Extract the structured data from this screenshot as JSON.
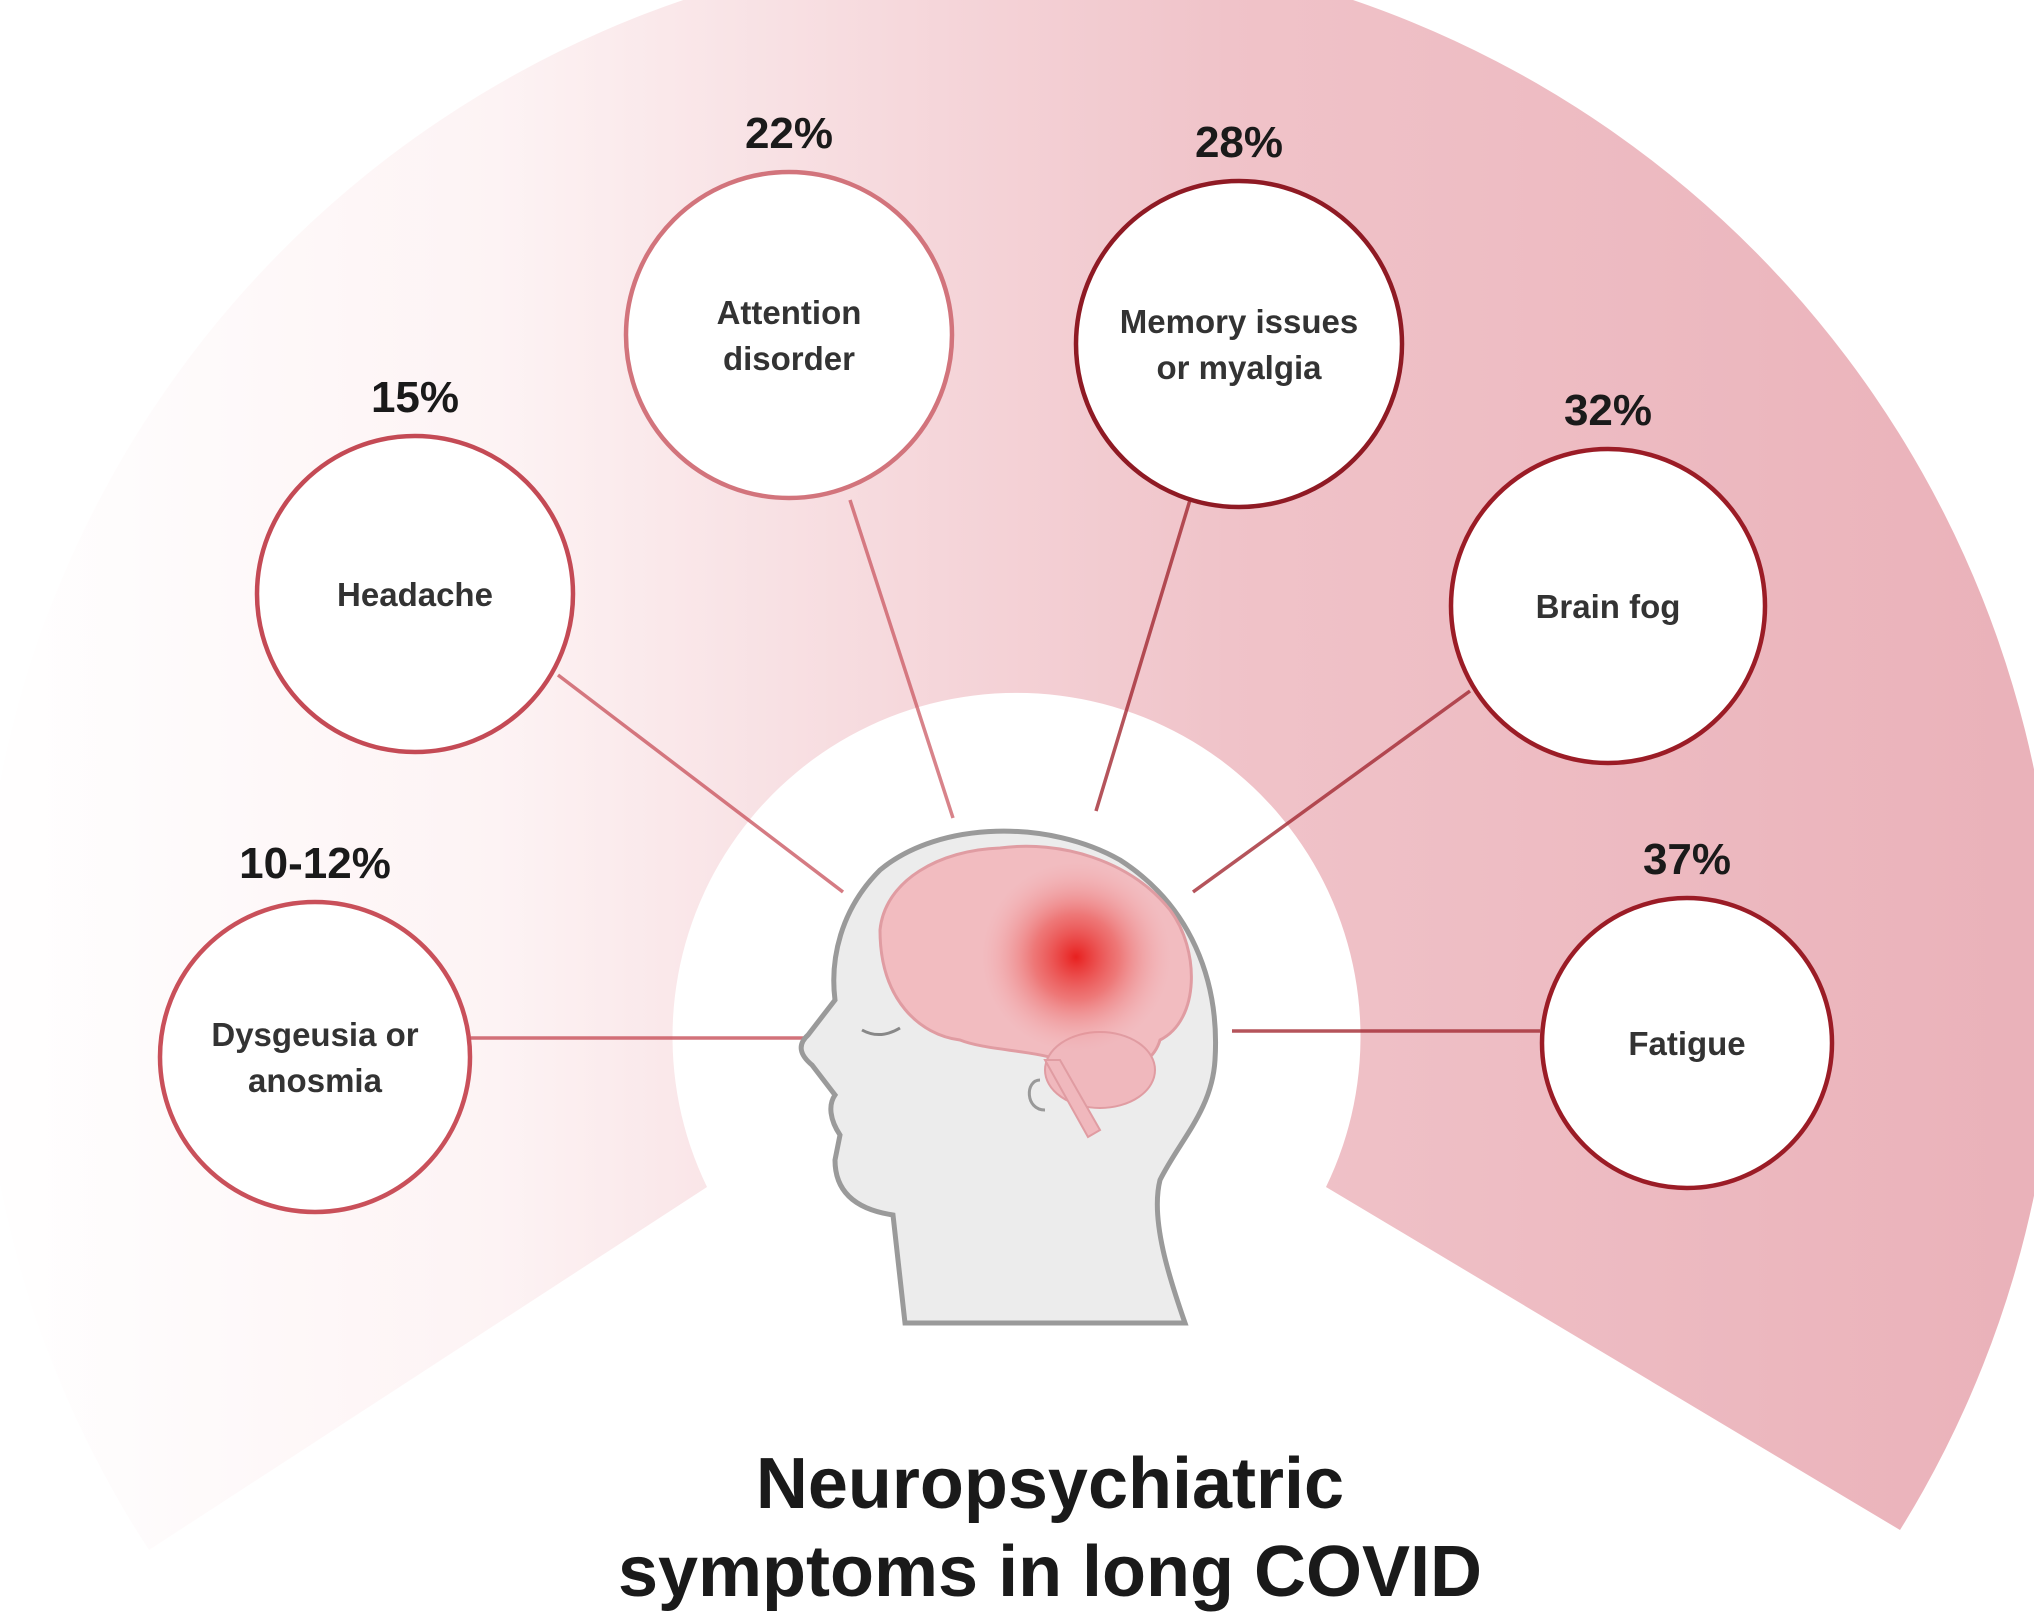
{
  "title": {
    "line1": "Neuropsychiatric",
    "line2": "symptoms in long COVID"
  },
  "symptoms": [
    {
      "percent": "10-12%",
      "label_lines": [
        "Dysgeusia or",
        "anosmia"
      ]
    },
    {
      "percent": "15%",
      "label_lines": [
        "Headache"
      ]
    },
    {
      "percent": "22%",
      "label_lines": [
        "Attention",
        "disorder"
      ]
    },
    {
      "percent": "28%",
      "label_lines": [
        "Memory issues",
        "or myalgia"
      ]
    },
    {
      "percent": "32%",
      "label_lines": [
        "Brain fog"
      ]
    },
    {
      "percent": "37%",
      "label_lines": [
        "Fatigue"
      ]
    }
  ],
  "colors": {
    "fan_light": "#ffffff",
    "fan_dark": "#ebb4bc",
    "border_light": "#d2747c",
    "border_dark": "#9b1c26",
    "glow": "#e8201f"
  }
}
